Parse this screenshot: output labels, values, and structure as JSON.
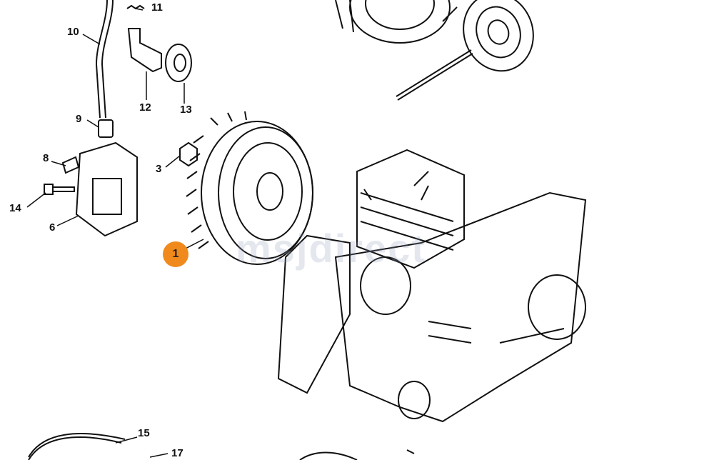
{
  "diagram": {
    "part_labels": [
      "11",
      "10",
      "12",
      "13",
      "9",
      "8",
      "3",
      "14",
      "6",
      "15",
      "17"
    ],
    "highlighted_part": "1",
    "highlight_color": "#f08a1c",
    "watermark": "msjdirect"
  }
}
